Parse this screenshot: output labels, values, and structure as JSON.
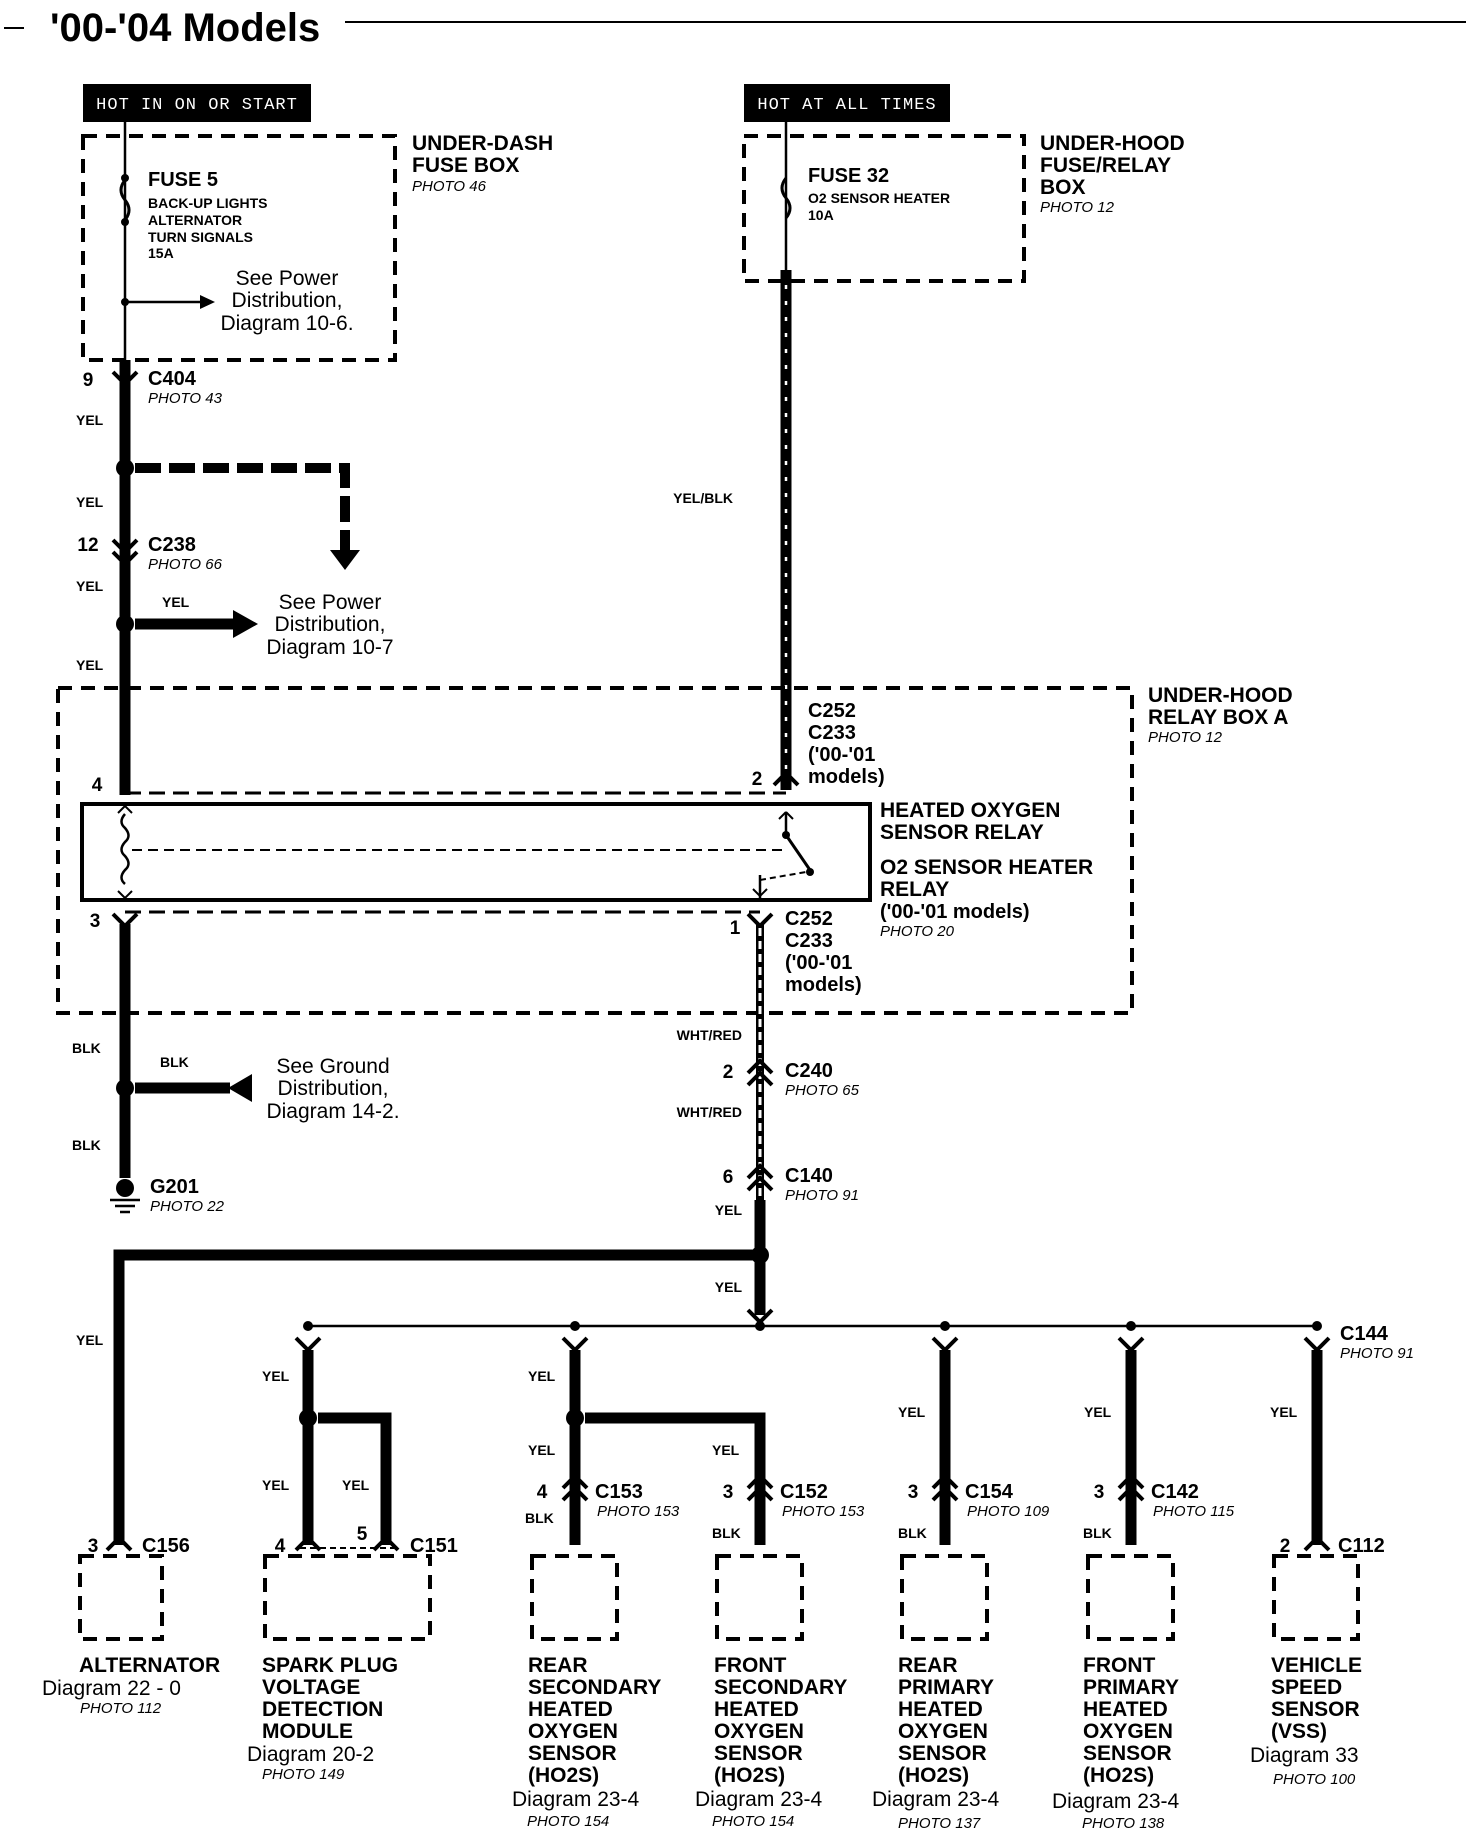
{
  "title": "'00-'04 Models",
  "power": {
    "left_label": "HOT IN ON OR START",
    "right_label": "HOT AT ALL TIMES"
  },
  "underdash_box": {
    "name_1": "UNDER-DASH",
    "name_2": "FUSE BOX",
    "photo": "PHOTO 46",
    "fuse": "FUSE 5",
    "circuits": [
      "BACK-UP LIGHTS",
      "ALTERNATOR",
      "TURN SIGNALS",
      "15A"
    ],
    "see_1": "See Power",
    "see_2": "Distribution,",
    "see_3": "Diagram 10-6."
  },
  "underhood_fuse_box": {
    "name_1": "UNDER-HOOD",
    "name_2": "FUSE/RELAY",
    "name_3": "BOX",
    "photo": "PHOTO 12",
    "fuse": "FUSE 32",
    "circuit": "O2 SENSOR HEATER",
    "rating": "10A"
  },
  "c404": {
    "pin": "9",
    "name": "C404",
    "photo": "PHOTO 43"
  },
  "c238": {
    "pin": "12",
    "name": "C238",
    "photo": "PHOTO 66"
  },
  "power_dist_2": {
    "wire": "YEL",
    "line1": "See Power",
    "line2": "Distribution,",
    "line3": "Diagram 10-7"
  },
  "wire_colors": {
    "yel": "YEL",
    "blk": "BLK",
    "yel_blk": "YEL/BLK",
    "wht_red": "WHT/RED"
  },
  "relay_box": {
    "name_1": "UNDER-HOOD",
    "name_2": "RELAY BOX A",
    "photo": "PHOTO 12",
    "top_conn_1": "C252",
    "top_conn_2": "C233",
    "top_conn_3": "('00-'01",
    "top_conn_4": "models)",
    "pin4": "4",
    "pin2": "2",
    "pin3": "3",
    "pin1": "1",
    "relay_1": "HEATED OXYGEN",
    "relay_2": "SENSOR RELAY",
    "relay_3": "O2 SENSOR HEATER",
    "relay_4": "RELAY",
    "relay_5": "('00-'01 models)",
    "relay_photo": "PHOTO 20",
    "bot_conn_1": "C252",
    "bot_conn_2": "C233",
    "bot_conn_3": "('00-'01",
    "bot_conn_4": "models)"
  },
  "ground_dist": {
    "wire": "BLK",
    "line1": "See Ground",
    "line2": "Distribution,",
    "line3": "Diagram 14-2."
  },
  "g201": {
    "name": "G201",
    "photo": "PHOTO 22"
  },
  "c240": {
    "pin": "2",
    "name": "C240",
    "photo": "PHOTO 65"
  },
  "c140": {
    "pin": "6",
    "name": "C140",
    "photo": "PHOTO 91"
  },
  "c144": {
    "name": "C144",
    "photo": "PHOTO 91"
  },
  "components": [
    {
      "pin": "3",
      "conn": "C156",
      "lines": [
        "ALTERNATOR"
      ],
      "ref": "Diagram 22 - 0",
      "photo": "PHOTO 112"
    },
    {
      "pin": "4",
      "pin2": "5",
      "conn": "C151",
      "lines": [
        "SPARK PLUG",
        "VOLTAGE",
        "DETECTION",
        "MODULE"
      ],
      "ref": "Diagram 20-2",
      "photo": "PHOTO 149"
    },
    {
      "pin": "4",
      "conn": "C153",
      "conn_photo": "PHOTO 153",
      "lines": [
        "REAR",
        "SECONDARY",
        "HEATED",
        "OXYGEN",
        "SENSOR",
        "(HO2S)"
      ],
      "ref": "Diagram 23-4",
      "photo": "PHOTO 154"
    },
    {
      "pin": "3",
      "conn": "C152",
      "conn_photo": "PHOTO 153",
      "lines": [
        "FRONT",
        "SECONDARY",
        "HEATED",
        "OXYGEN",
        "SENSOR",
        "(HO2S)"
      ],
      "ref": "Diagram 23-4",
      "photo": "PHOTO 154"
    },
    {
      "pin": "3",
      "conn": "C154",
      "conn_photo": "PHOTO 109",
      "lines": [
        "REAR",
        "PRIMARY",
        "HEATED",
        "OXYGEN",
        "SENSOR",
        "(HO2S)"
      ],
      "ref": "Diagram 23-4",
      "photo": "PHOTO 137"
    },
    {
      "pin": "3",
      "conn": "C142",
      "conn_photo": "PHOTO 115",
      "lines": [
        "FRONT",
        "PRIMARY",
        "HEATED",
        "OXYGEN",
        "SENSOR",
        "(HO2S)"
      ],
      "ref": "Diagram 23-4",
      "photo": "PHOTO 138"
    },
    {
      "pin": "2",
      "conn": "C112",
      "lines": [
        "VEHICLE",
        "SPEED",
        "SENSOR",
        "(VSS)"
      ],
      "ref": "Diagram 33",
      "photo": "PHOTO 100"
    }
  ]
}
